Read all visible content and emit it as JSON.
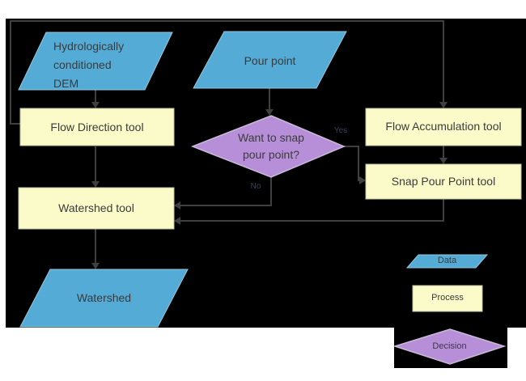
{
  "colors": {
    "canvas-bg": "#ffffff",
    "diagram-bg": "#000000",
    "data-fill": "#54abd6",
    "data-stroke": "#96c7de",
    "process-fill": "#fbfbc9",
    "process-stroke": "#c0c0a0",
    "decision-fill": "#b78fd9",
    "decision-stroke": "#c9bad8",
    "connector": "#3f3f3f",
    "text": "#3b3b3b",
    "branch-label": "#39415f"
  },
  "nodes": {
    "dem": {
      "label": "Hydrologically\nconditioned\nDEM",
      "type": "data"
    },
    "pour_point": {
      "label": "Pour point",
      "type": "data"
    },
    "flow_direction": {
      "label": "Flow Direction tool",
      "type": "process"
    },
    "snap_question": {
      "label": "Want to snap\npour point?",
      "type": "decision"
    },
    "flow_accumulation": {
      "label": "Flow Accumulation tool",
      "type": "process"
    },
    "snap_pour_point": {
      "label": "Snap Pour Point tool",
      "type": "process"
    },
    "watershed_tool": {
      "label": "Watershed tool",
      "type": "process"
    },
    "watershed": {
      "label": "Watershed",
      "type": "data"
    }
  },
  "branch_labels": {
    "yes": "Yes",
    "no": "No"
  },
  "edges": [
    {
      "from": "dem",
      "to": "flow_direction"
    },
    {
      "from": "pour_point",
      "to": "snap_question"
    },
    {
      "from": "flow_direction",
      "to": "flow_accumulation"
    },
    {
      "from": "flow_direction",
      "to": "watershed_tool"
    },
    {
      "from": "snap_question",
      "to": "snap_pour_point",
      "label": "Yes"
    },
    {
      "from": "snap_question",
      "to": "watershed_tool",
      "label": "No"
    },
    {
      "from": "flow_accumulation",
      "to": "snap_pour_point"
    },
    {
      "from": "snap_pour_point",
      "to": "watershed_tool"
    },
    {
      "from": "watershed_tool",
      "to": "watershed"
    }
  ],
  "legend": {
    "data": "Data",
    "process": "Process",
    "decision": "Decision"
  }
}
